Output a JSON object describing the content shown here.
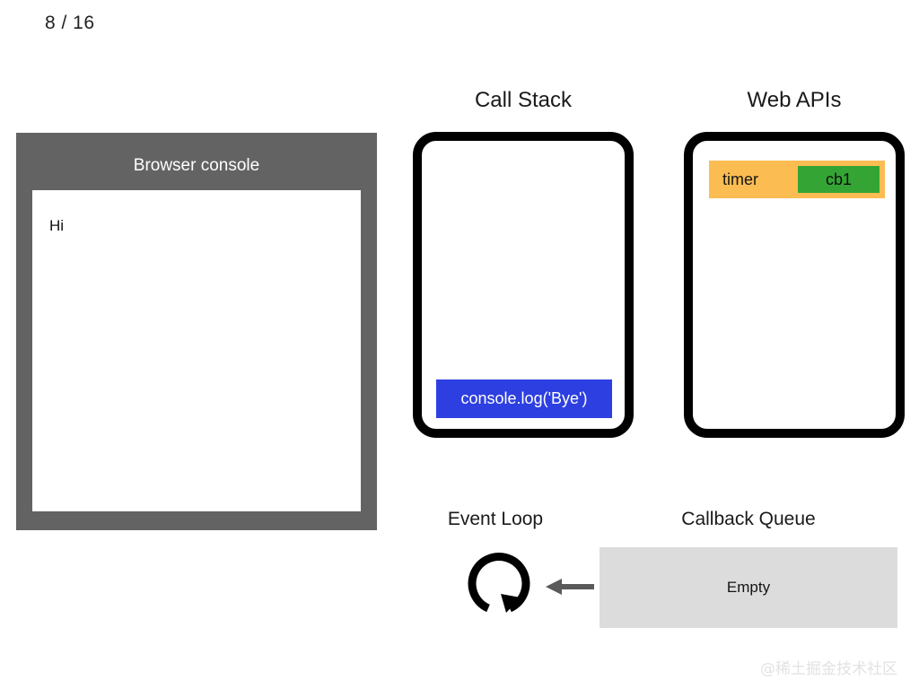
{
  "slide": {
    "counter": "8 / 16",
    "current_page": 8,
    "total_pages": 16
  },
  "console_panel": {
    "title": "Browser console",
    "header_color": "#636363",
    "output_background": "#ffffff",
    "lines": [
      "Hi"
    ]
  },
  "call_stack": {
    "title": "Call Stack",
    "border_color": "#000000",
    "frames": [
      {
        "label": "console.log('Bye')",
        "color": "#2d3fe0",
        "text_color": "#ffffff"
      }
    ]
  },
  "web_apis": {
    "title": "Web APIs",
    "border_color": "#000000",
    "entries": [
      {
        "label": "timer",
        "color": "#fbbc52",
        "callback": {
          "label": "cb1",
          "color": "#34a534"
        }
      }
    ]
  },
  "event_loop": {
    "title": "Event Loop",
    "icon": "circular-arrow-icon",
    "arrow_icon": "left-arrow-icon",
    "arrow_color": "#5a5a5a"
  },
  "callback_queue": {
    "title": "Callback Queue",
    "status": "Empty",
    "background": "#dcdcdc"
  },
  "watermark": {
    "text": "@稀土掘金技术社区"
  }
}
